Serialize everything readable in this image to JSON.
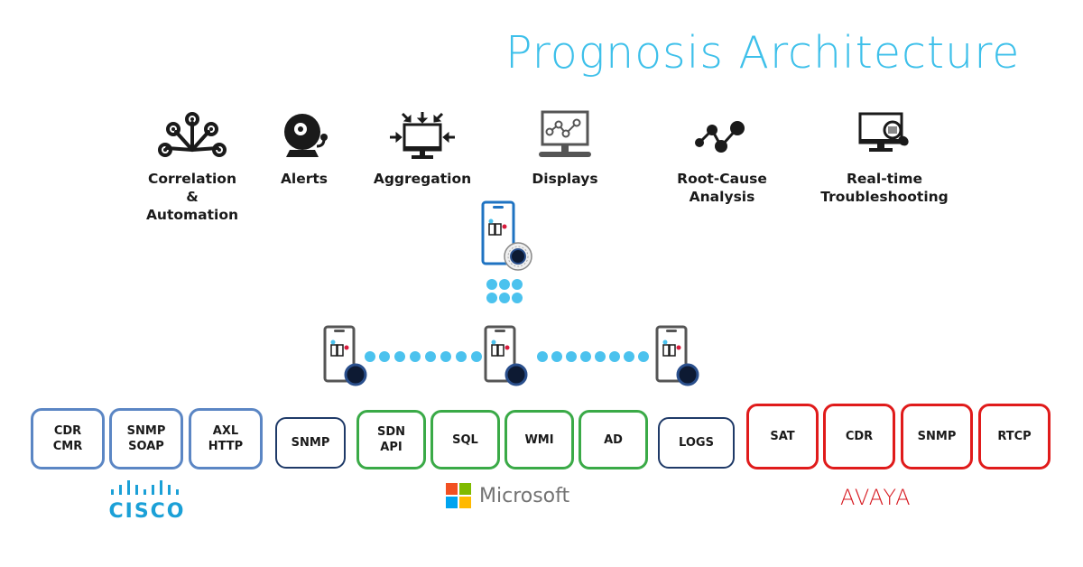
{
  "title": "Prognosis Architecture",
  "features": [
    {
      "label": "Correlation\n&\nAutomation",
      "icon": "network-branch-icon"
    },
    {
      "label": "Alerts",
      "icon": "bell-icon"
    },
    {
      "label": "Aggregation",
      "icon": "monitor-arrows-in-icon"
    },
    {
      "label": "Displays",
      "icon": "monitor-line-chart-icon"
    },
    {
      "label": "Root-Cause\nAnalysis",
      "icon": "connected-nodes-icon"
    },
    {
      "label": "Real-time\nTroubleshooting",
      "icon": "monitor-magnifier-icon"
    }
  ],
  "protocols": {
    "cisco": [
      "CDR\nCMR",
      "SNMP\nSOAP",
      "AXL\nHTTP"
    ],
    "generic_snmp": "SNMP",
    "microsoft": [
      "SDN\nAPI",
      "SQL",
      "WMI",
      "AD"
    ],
    "generic_logs": "LOGS",
    "avaya": [
      "SAT",
      "CDR",
      "SNMP",
      "RTCP"
    ]
  },
  "vendors": {
    "cisco": "CISCO",
    "microsoft": "Microsoft",
    "avaya": "AVAYA"
  },
  "colors": {
    "title": "#3ec0ea",
    "cisco": "#5b86c4",
    "microsoft": "#3aaa47",
    "avaya": "#e01b1b",
    "neutral": "#1f3a68",
    "connector_dots": "#4bc2ee",
    "device_primary": "#1f73c2",
    "device_secondary": "#555555"
  }
}
